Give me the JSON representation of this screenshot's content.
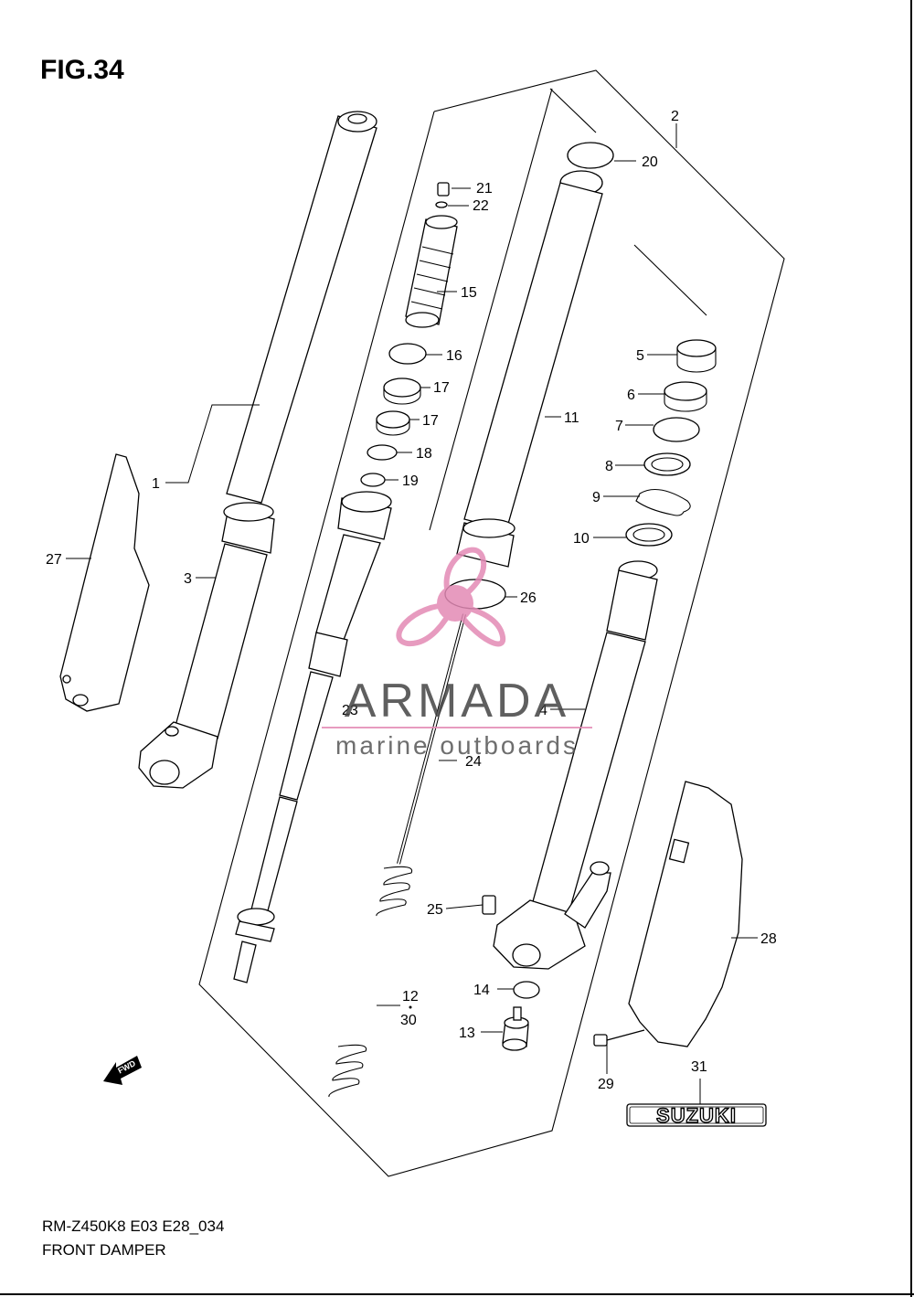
{
  "figure": {
    "title": "FIG.34",
    "model_code": "RM-Z450K8 E03 E28_034",
    "section_name": "FRONT DAMPER"
  },
  "watermark": {
    "brand": "ARMADA",
    "tagline": "marine outboards",
    "color": "#e38ab5"
  },
  "emblem_text": "SUZUKI",
  "fwd_arrow_text": "FWD",
  "callouts": {
    "c1": "1",
    "c2": "2",
    "c3": "3",
    "c4": "4",
    "c5": "5",
    "c6": "6",
    "c7": "7",
    "c8": "8",
    "c9": "9",
    "c10": "10",
    "c11": "11",
    "c12": "12",
    "c13": "13",
    "c14": "14",
    "c15": "15",
    "c16": "16",
    "c17a": "17",
    "c17b": "17",
    "c18": "18",
    "c19": "19",
    "c20": "20",
    "c21": "21",
    "c22": "22",
    "c23": "23",
    "c24": "24",
    "c25": "25",
    "c26": "26",
    "c27": "27",
    "c28": "28",
    "c29": "29",
    "c30": "30",
    "c31": "31"
  }
}
